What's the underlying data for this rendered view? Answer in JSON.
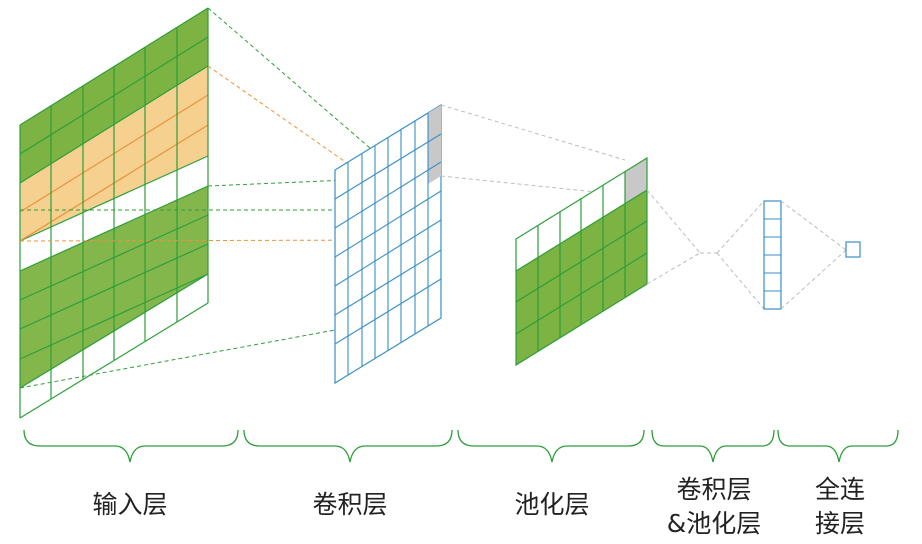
{
  "stages": [
    {
      "id": "input",
      "label": "输入层"
    },
    {
      "id": "conv",
      "label": "卷积层"
    },
    {
      "id": "pool",
      "label": "池化层"
    },
    {
      "id": "conv-pool",
      "label_line1": "卷积层",
      "label_line2": "&池化层"
    },
    {
      "id": "fc",
      "label_line1": "全连",
      "label_line2": "接层"
    }
  ],
  "colors": {
    "green_fill": "#7cb342",
    "green_line": "#2e9e3a",
    "orange_fill": "#f5d08f",
    "orange_line": "#e8943a",
    "gray_fill": "#c8c8c8",
    "blue_line": "#3a8fc4",
    "connector_gray": "#bdbdbd"
  }
}
